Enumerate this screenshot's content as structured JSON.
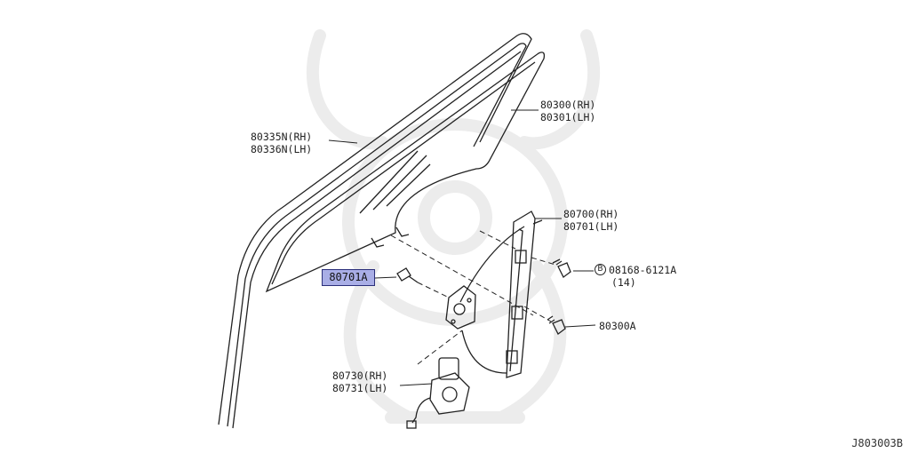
{
  "labels": {
    "sash": {
      "rh": "80335N(RH)",
      "lh": "80336N(LH)"
    },
    "glass": {
      "rh": "80300(RH)",
      "lh": "80301(LH)"
    },
    "regulator": {
      "rh": "80700(RH)",
      "lh": "80701(LH)"
    },
    "bolt": {
      "prefix": "B",
      "number": "08168-6121A",
      "qty": "(14)"
    },
    "clip": "80300A",
    "motor": {
      "rh": "80730(RH)",
      "lh": "80731(LH)"
    },
    "highlighted_part": "80701A"
  },
  "diagram_code": "J803003B",
  "colors": {
    "highlight": "#a9aee6",
    "line": "#222222",
    "watermark": "#efefef"
  },
  "icons": [
    "window-glass-icon",
    "glass-run-channel-icon",
    "regulator-icon",
    "motor-icon",
    "bolt-icon",
    "clip-icon",
    "watermark-logo"
  ]
}
